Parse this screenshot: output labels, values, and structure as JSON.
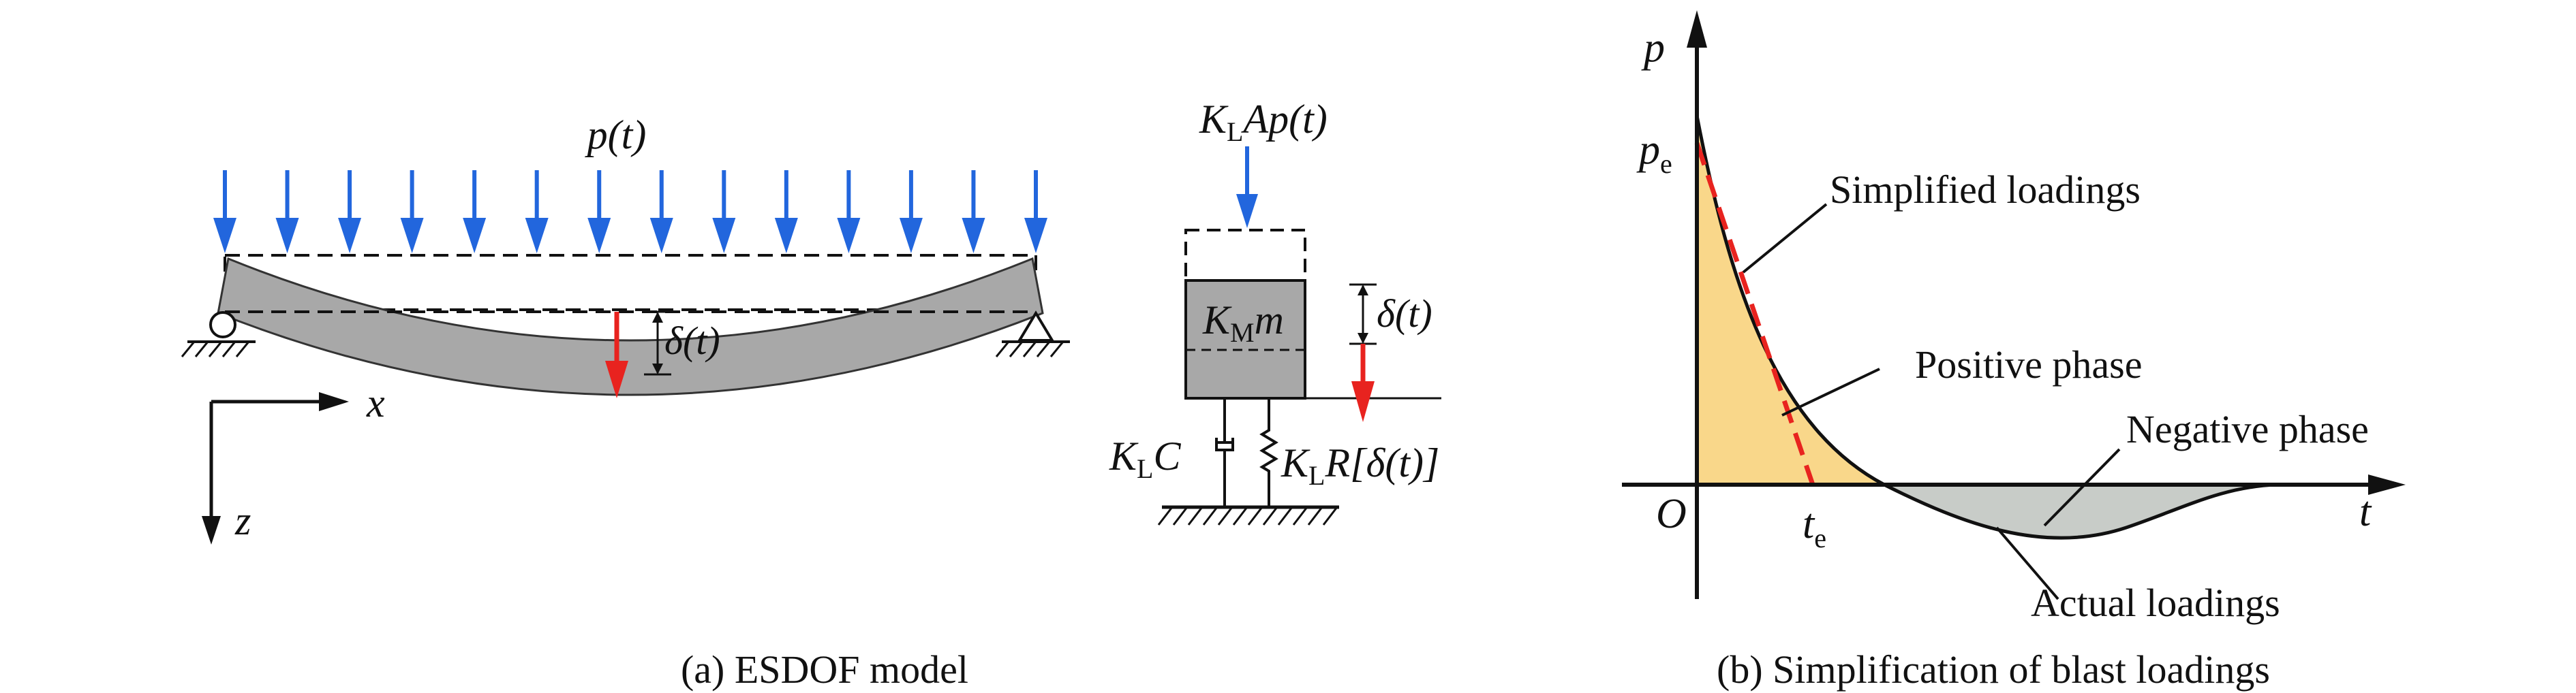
{
  "colors": {
    "load_arrow": "#2266dd",
    "deflection_arrow": "#e8231f",
    "beam_fill": "#a8a8a8",
    "mass_fill": "#a8a8a8",
    "positive_fill": "#f9d78a",
    "negative_fill": "#c8ccc8",
    "simplified_line": "#e8231f",
    "ink": "#111111"
  },
  "panel_a": {
    "load_label": "p(t)",
    "deflection_label": "δ(t)",
    "axis_x": "x",
    "axis_z": "z",
    "caption": "(a) ESDOF model",
    "sdof_load": {
      "k": "K",
      "sub": "L",
      "rest": "Ap(t)"
    },
    "sdof_mass": {
      "k": "K",
      "sub": "M",
      "rest": "m"
    },
    "sdof_deflection": "δ(t)",
    "sdof_damper": {
      "k": "K",
      "sub": "L",
      "rest": "C"
    },
    "sdof_spring": {
      "k": "K",
      "sub": "L",
      "rest": "R[δ(t)]"
    },
    "icons": [
      "pin-support-icon",
      "roller-support-icon",
      "damper-icon",
      "spring-icon",
      "ground-hatch-icon"
    ]
  },
  "panel_b": {
    "axis_p": "p",
    "axis_t": "t",
    "origin": "O",
    "pe": {
      "main": "p",
      "sub": "e"
    },
    "te": {
      "main": "t",
      "sub": "e"
    },
    "label_simplified": "Simplified loadings",
    "label_positive": "Positive phase",
    "label_negative": "Negative phase",
    "label_actual": "Actual loadings",
    "caption": "(b) Simplification of blast loadings"
  }
}
